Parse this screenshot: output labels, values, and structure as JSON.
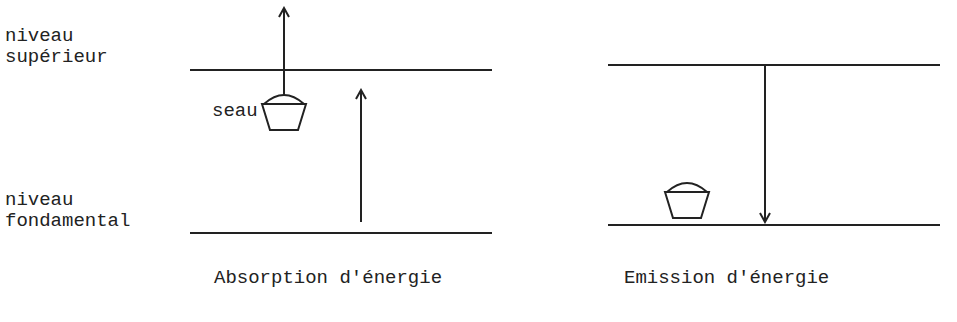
{
  "diagram": {
    "labels": [
      "niveau supérieur",
      "seau",
      "niveau fondamental",
      "Absorption d'énergie",
      "Emission d'énergie"
    ]
  }
}
